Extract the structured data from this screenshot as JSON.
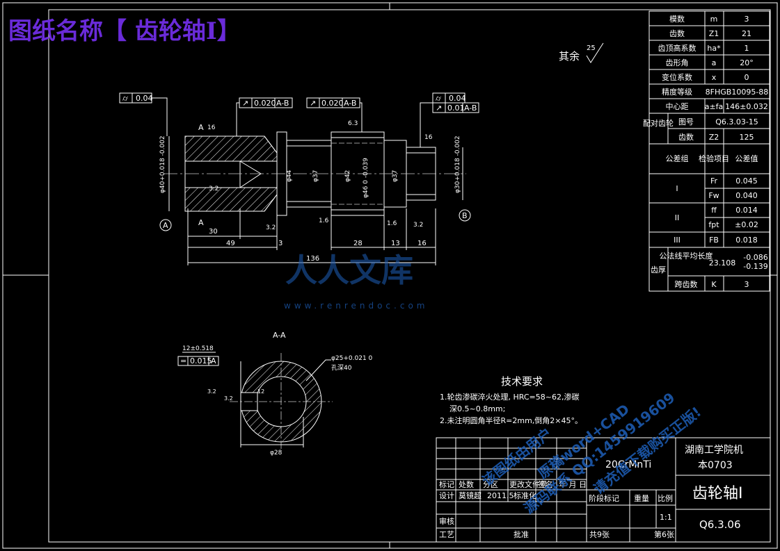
{
  "header": {
    "title": "图纸名称【 齿轮轴I】"
  },
  "roughness_note": {
    "label": "其余",
    "value": "25"
  },
  "params": [
    {
      "name": "模数",
      "sym": "m",
      "val": "3"
    },
    {
      "name": "齿数",
      "sym": "Z1",
      "val": "21"
    },
    {
      "name": "齿顶高系数",
      "sym": "ha*",
      "val": "1"
    },
    {
      "name": "齿形角",
      "sym": "a",
      "val": "20°"
    },
    {
      "name": "变位系数",
      "sym": "x",
      "val": "0"
    },
    {
      "name": "精度等级",
      "sym": "",
      "val": "8FHGB10095-88"
    },
    {
      "name": "中心距",
      "sym": "a±fa",
      "val": "146±0.032"
    }
  ],
  "mating": {
    "label": "配对齿轮",
    "r1_name": "图号",
    "r1_val": "Q6.3.03-15",
    "r2_name": "齿数",
    "r2_sym": "Z2",
    "r2_val": "125"
  },
  "tolerance": {
    "col1": "公差组",
    "col2": "检验项目",
    "col3": "公差值",
    "rows": [
      {
        "group": "I",
        "items": [
          {
            "item": "Fr",
            "val": "0.045"
          },
          {
            "item": "Fw",
            "val": "0.040"
          }
        ]
      },
      {
        "group": "II",
        "items": [
          {
            "item": "ff",
            "val": "0.014"
          },
          {
            "item": "fpt",
            "val": "±0.02"
          }
        ]
      },
      {
        "group": "III",
        "items": [
          {
            "item": "FB",
            "val": "0.018"
          }
        ]
      }
    ]
  },
  "tooth": {
    "side": "齿厚",
    "r1_name": "公法线平均长度",
    "r1_val": "23.108",
    "r1_tol_a": "-0.086",
    "r1_tol_b": "-0.139",
    "r2_name": "跨齿数",
    "r2_sym": "K",
    "r2_val": "3"
  },
  "dims": {
    "d40": "φ40+0.018 -0.002",
    "d44": "φ44",
    "d37a": "φ37",
    "d42": "φ42",
    "d46": "φ46 0 -0.039",
    "d37b": "φ37",
    "d30": "φ30+0.018 -0.002",
    "l30": "30",
    "l49": "49",
    "l3": "3",
    "l28": "28",
    "l13": "13",
    "l16": "16",
    "l136": "136",
    "r32a": "3.2",
    "r16a": "16",
    "r16b": "1.6",
    "r63": "6.3",
    "r32b": "3.2",
    "r32c": "3.2",
    "r16c": "1.6"
  },
  "tol_frames": {
    "f1": {
      "sym": "⌭",
      "val": "0.04"
    },
    "f2": {
      "sym": "↗",
      "val": "0.020",
      "ref": "A-B"
    },
    "f3": {
      "sym": "↗",
      "val": "0.020",
      "ref": "A-B"
    },
    "f4": {
      "sym": "⌭",
      "val": "0.04"
    },
    "f5": {
      "sym": "↗",
      "val": "0.01",
      "ref": "A-B"
    }
  },
  "datums": {
    "a": "A",
    "b": "B",
    "sec_a1": "A",
    "sec_a2": "A"
  },
  "section": {
    "title": "A-A",
    "key": "12±0.518",
    "sym_tol": "0.015",
    "sym_ref": "A",
    "bore": "φ25+0.021 0",
    "bore_note": "孔深40",
    "d28": "φ28",
    "r32": "3.2",
    "r32b": "3.2",
    "r12": "12"
  },
  "tech": {
    "title": "技术要求",
    "lines": [
      "1.轮齿渗碳淬火处理, HRC=58~62,渗碳",
      "深0.5~0.8mm;",
      "2.未注明圆角半径R=2mm,倒角2×45°。"
    ]
  },
  "titleblock": {
    "material": "20CrMnTi",
    "school": "湖南工学院机",
    "klass": "本0703",
    "part": "齿轮轴I",
    "code": "Q6.3.06",
    "h_mark": "标记",
    "h_count": "处数",
    "h_zone": "分区",
    "h_doc": "更改文件号",
    "h_sign": "签名",
    "h_date": "年 月 日",
    "design": "设计",
    "designer": "莫镜超",
    "date": "2011.5",
    "std": "标准化",
    "stage": "阶段标记",
    "weight": "重量",
    "ratio": "比例",
    "scale": "1:1",
    "review": "审核",
    "process": "工艺",
    "approve": "批准",
    "total": "共9张",
    "sheet": "第6张"
  },
  "watermark": {
    "brand": "人人文库",
    "url": "www.renrendoc.com",
    "l1": "该图纸由用户",
    "l2": "原稿word+CAD",
    "l3": "源码联系 QQ:1459919609",
    "l4": "请充值下载购买正版!"
  }
}
